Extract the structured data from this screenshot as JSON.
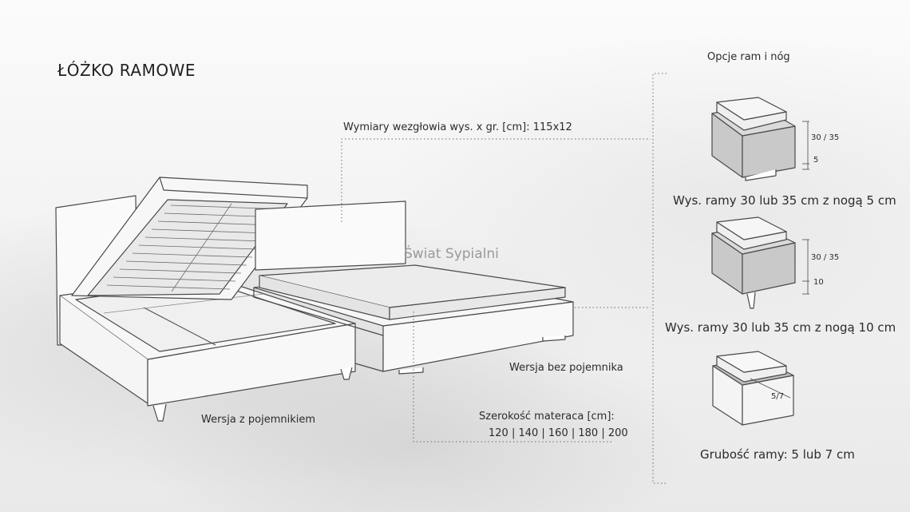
{
  "title": "ŁÓŻKO RAMOWE",
  "watermark": "Świat Sypialni",
  "labels": {
    "headboard_dims": "Wymiary wezgłowia wys. x gr. [cm]: 115x12",
    "without_storage": "Wersja bez pojemnika",
    "with_storage": "Wersja z pojemnikiem",
    "mattress_width_label": "Szerokość materaca [cm]:",
    "mattress_width_values": "120 | 140 | 160 | 180 | 200"
  },
  "options": {
    "title": "Opcje ram i nóg",
    "items": [
      {
        "caption": "Wys. ramy 30 lub 35 cm z nogą 5 cm",
        "dim_top": "30 / 35",
        "dim_bottom": "5"
      },
      {
        "caption": "Wys. ramy 30 lub 35 cm z nogą 10 cm",
        "dim_top": "30 / 35",
        "dim_bottom": "10"
      },
      {
        "caption": "Grubość ramy: 5 lub 7 cm",
        "dim_top": "5/7"
      }
    ]
  },
  "colors": {
    "line": "#4a4a4a",
    "frame_fill": "#c9c9c9",
    "mattress_fill": "#ececec"
  }
}
